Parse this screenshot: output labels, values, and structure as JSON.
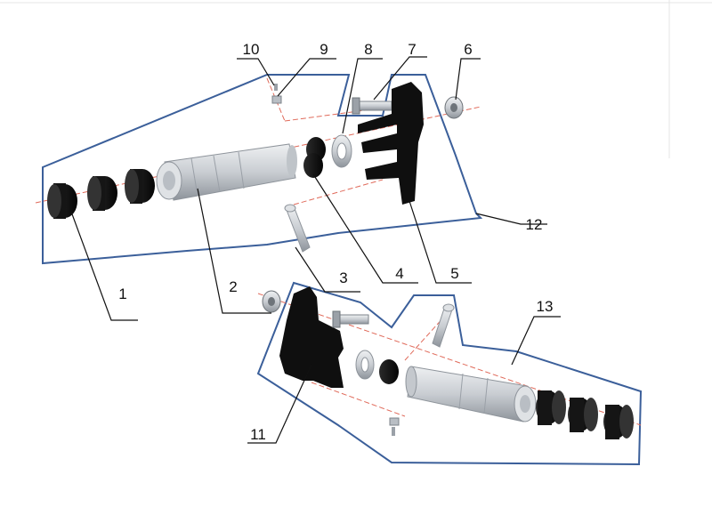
{
  "diagram": {
    "callouts": [
      {
        "id": "c1",
        "label": "1"
      },
      {
        "id": "c2",
        "label": "2"
      },
      {
        "id": "c3",
        "label": "3"
      },
      {
        "id": "c4",
        "label": "4"
      },
      {
        "id": "c5",
        "label": "5"
      },
      {
        "id": "c6",
        "label": "6"
      },
      {
        "id": "c7",
        "label": "7"
      },
      {
        "id": "c8",
        "label": "8"
      },
      {
        "id": "c9",
        "label": "9"
      },
      {
        "id": "c10",
        "label": "10"
      },
      {
        "id": "c11",
        "label": "11"
      },
      {
        "id": "c12",
        "label": "12"
      },
      {
        "id": "c13",
        "label": "13"
      }
    ],
    "colors": {
      "outline": "#3b5f9a",
      "centerline": "#e06a5a",
      "part_dark": "#111111",
      "part_metal": "#c9cdd2",
      "leader": "#111111"
    }
  }
}
